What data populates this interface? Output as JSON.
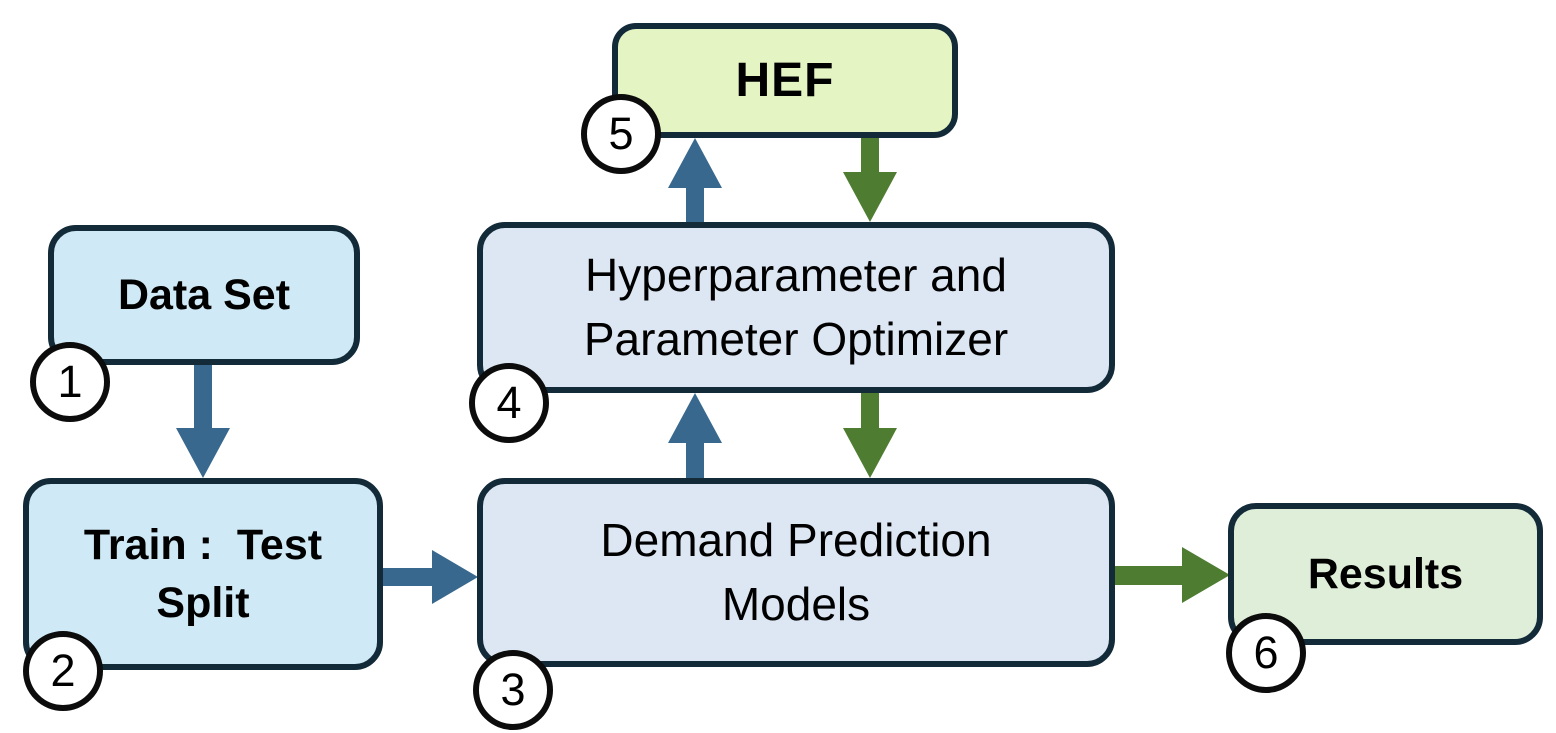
{
  "diagram": {
    "description": "Flowchart of a demand prediction pipeline with numbered steps 1-6",
    "nodes": {
      "data_set": {
        "step": "1",
        "label": "Data Set"
      },
      "train_test_split": {
        "step": "2",
        "line1": "Train :  Test",
        "line2": "Split"
      },
      "demand_models": {
        "step": "3",
        "line1": "Demand Prediction",
        "line2": "Models"
      },
      "optimizer": {
        "step": "4",
        "line1": "Hyperparameter and",
        "line2": "Parameter Optimizer"
      },
      "hef": {
        "step": "5",
        "label": "HEF"
      },
      "results": {
        "step": "6",
        "label": "Results"
      }
    },
    "edges": [
      {
        "from": "data_set",
        "to": "train_test_split",
        "direction": "down",
        "color": "#38688e"
      },
      {
        "from": "train_test_split",
        "to": "demand_models",
        "direction": "right",
        "color": "#38688e"
      },
      {
        "from": "demand_models",
        "to": "optimizer",
        "direction": "up",
        "color": "#38688e"
      },
      {
        "from": "optimizer",
        "to": "demand_models",
        "direction": "down",
        "color": "#4e7d31"
      },
      {
        "from": "optimizer",
        "to": "hef",
        "direction": "up",
        "color": "#38688e"
      },
      {
        "from": "hef",
        "to": "optimizer",
        "direction": "down",
        "color": "#4e7d31"
      },
      {
        "from": "demand_models",
        "to": "results",
        "direction": "right",
        "color": "#4e7d31"
      }
    ],
    "colors": {
      "box_border": "#132a39",
      "badge_border": "#0c0c0c",
      "light_blue_fill": "#cfeaf6",
      "lavender_fill": "#dde7f3",
      "yellow_green_fill": "#e4f5c3",
      "green_fill": "#dfeed9",
      "arrow_blue": "#38688e",
      "arrow_green": "#4e7d31",
      "text": "#000000",
      "background": "#ffffff"
    }
  }
}
